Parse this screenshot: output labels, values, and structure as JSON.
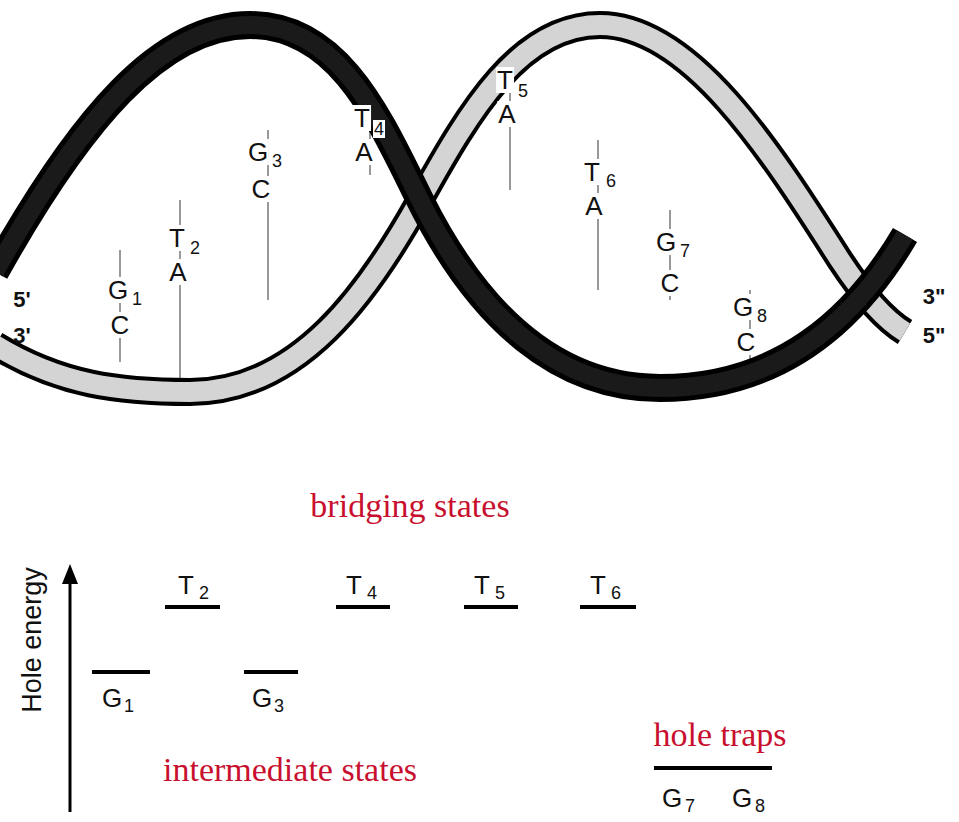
{
  "diagram": {
    "labels": [
      "5'",
      "3'",
      "3\"",
      "5\"",
      "G",
      "1",
      "C",
      "T",
      "2",
      "A",
      "G",
      "3",
      "C",
      "T",
      "4",
      "A",
      "T",
      "5",
      "A",
      "T",
      "6",
      "A",
      "G",
      "7",
      "C",
      "G",
      "8",
      "C",
      "bridging states",
      "T",
      "2",
      "T",
      "4",
      "T",
      "5",
      "T",
      "6",
      "G",
      "1",
      "G",
      "3",
      "intermediate states",
      "hole traps",
      "G",
      "7",
      "G",
      "8",
      "Hole energy"
    ]
  }
}
